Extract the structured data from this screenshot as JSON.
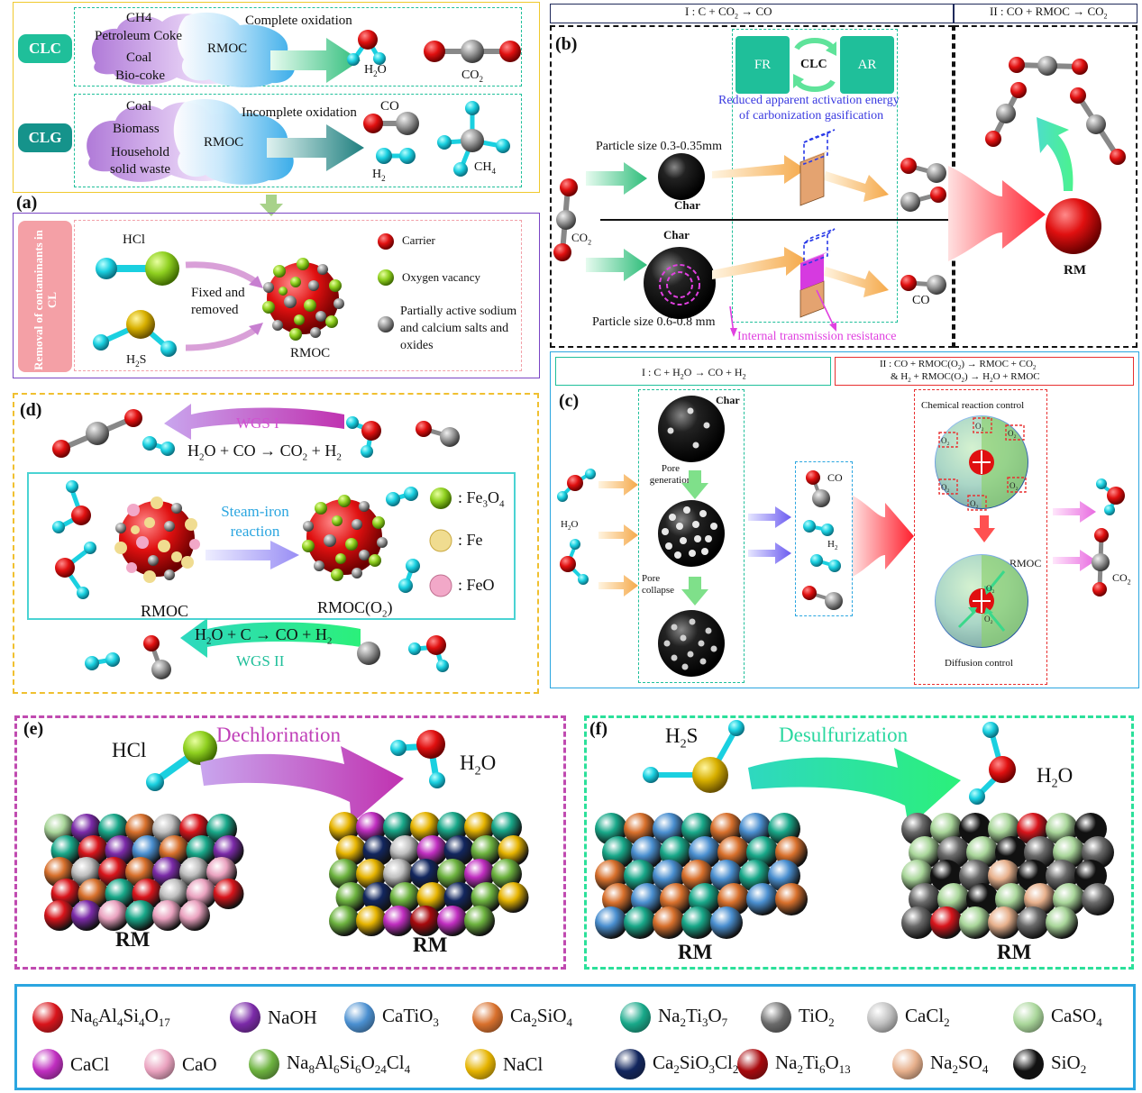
{
  "panel_a": {
    "label": "(a)",
    "clc": {
      "badge": "CLC",
      "fuel_lines": [
        "CH4",
        "Petroleum Coke",
        "Coal",
        "Bio-coke"
      ],
      "carrier": "RMOC",
      "process": "Complete oxidation",
      "product_1": "H2O",
      "product_2": "CO2"
    },
    "clg": {
      "badge": "CLG",
      "fuel_lines": [
        "Coal",
        "Biomass",
        "Household",
        "solid waste"
      ],
      "carrier": "RMOC",
      "process": "Incomplete oxidation",
      "product_co": "CO",
      "product_h2": "H2",
      "product_ch4": "CH4"
    },
    "removal": {
      "side_label": "Removal of contaminants in CL",
      "hcl": "HCl",
      "h2s": "H2S",
      "action": "Fixed and removed",
      "rmoc": "RMOC",
      "legend": [
        "Carrier",
        "Oxygen vacancy",
        "Partially active sodium and calcium salts and oxides"
      ]
    }
  },
  "panel_b": {
    "label": "(b)",
    "header_1": "I : C + CO2 → CO",
    "header_2": "II : CO + RMOC → CO2",
    "fr": "FR",
    "clc": "CLC",
    "ar": "AR",
    "note_1": "Reduced apparent activation energy",
    "note_2": "of carbonization gasification",
    "size_small": "Particle size 0.3-0.35mm",
    "size_large": "Particle size 0.6-0.8 mm",
    "char": "Char",
    "co2": "CO2",
    "co": "CO",
    "resistance": "Internal transmission resistance",
    "rm": "RM"
  },
  "panel_c": {
    "label": "(c)",
    "header_1": "I : C + H2O → CO + H2",
    "header_2a": "II : CO + RMOC(O2) → RMOC + CO2",
    "header_2b": "& H2 + RMOC(O2) → H2O + RMOC",
    "char": "Char",
    "pore_generation": "Pore generation",
    "pore_collapse": "Pore collapse",
    "h2o": "H2O",
    "co": "CO",
    "h2": "H2",
    "co2": "CO2",
    "chem_control": "Chemical reaction control",
    "diff_control": "Diffusion control",
    "rmoc": "RMOC"
  },
  "panel_d": {
    "label": "(d)",
    "wgs1": "WGS I",
    "eq1": "H2O + CO → CO2 + H2",
    "steam": "Steam-iron reaction",
    "rmoc": "RMOC",
    "rmoc_o2": "RMOC(O2)",
    "eq2": "H2O + C → CO + H2",
    "wgs2": "WGS II",
    "legend": [
      ": Fe3O4",
      ": Fe",
      ": FeO"
    ]
  },
  "panel_e": {
    "label": "(e)",
    "reactant": "HCl",
    "process": "Dechlorination",
    "product": "H2O",
    "rm_left": "RM",
    "rm_right": "RM"
  },
  "panel_f": {
    "label": "(f)",
    "reactant": "H2S",
    "process": "Desulfurization",
    "product": "H2O",
    "rm_left": "RM",
    "rm_right": "RM"
  },
  "legend": {
    "row1": [
      "Na6Al4Si4O17",
      "NaOH",
      "CaTiO3",
      "Ca2SiO4",
      "Na2Ti3O7",
      "TiO2",
      "CaCl2",
      "CaSO4"
    ],
    "row2": [
      "CaCl",
      "CaO",
      "Na8Al6Si6O24Cl4",
      "NaCl",
      "Ca2SiO3Cl2",
      "Na2Ti6O13",
      "Na2SO4",
      "SiO2"
    ],
    "colors_row1": [
      "#d8141b",
      "#7b2aa8",
      "#4a8fd0",
      "#d8702c",
      "#18a889",
      "#6a6a6a",
      "#bfbfbf",
      "#a9d69a"
    ],
    "colors_row2": [
      "#c02ec0",
      "#eaa2bf",
      "#6db33f",
      "#e6b400",
      "#12265e",
      "#a8090d",
      "#e7b08c",
      "#111111"
    ]
  },
  "colors": {
    "teal": "#1fbf9a",
    "gold": "#f0c92e",
    "purple": "#7a45c4",
    "pink_band": "#f2a0a8",
    "magenta": "#c032c0",
    "sky": "#2ba6e0",
    "red": "#e83030"
  }
}
